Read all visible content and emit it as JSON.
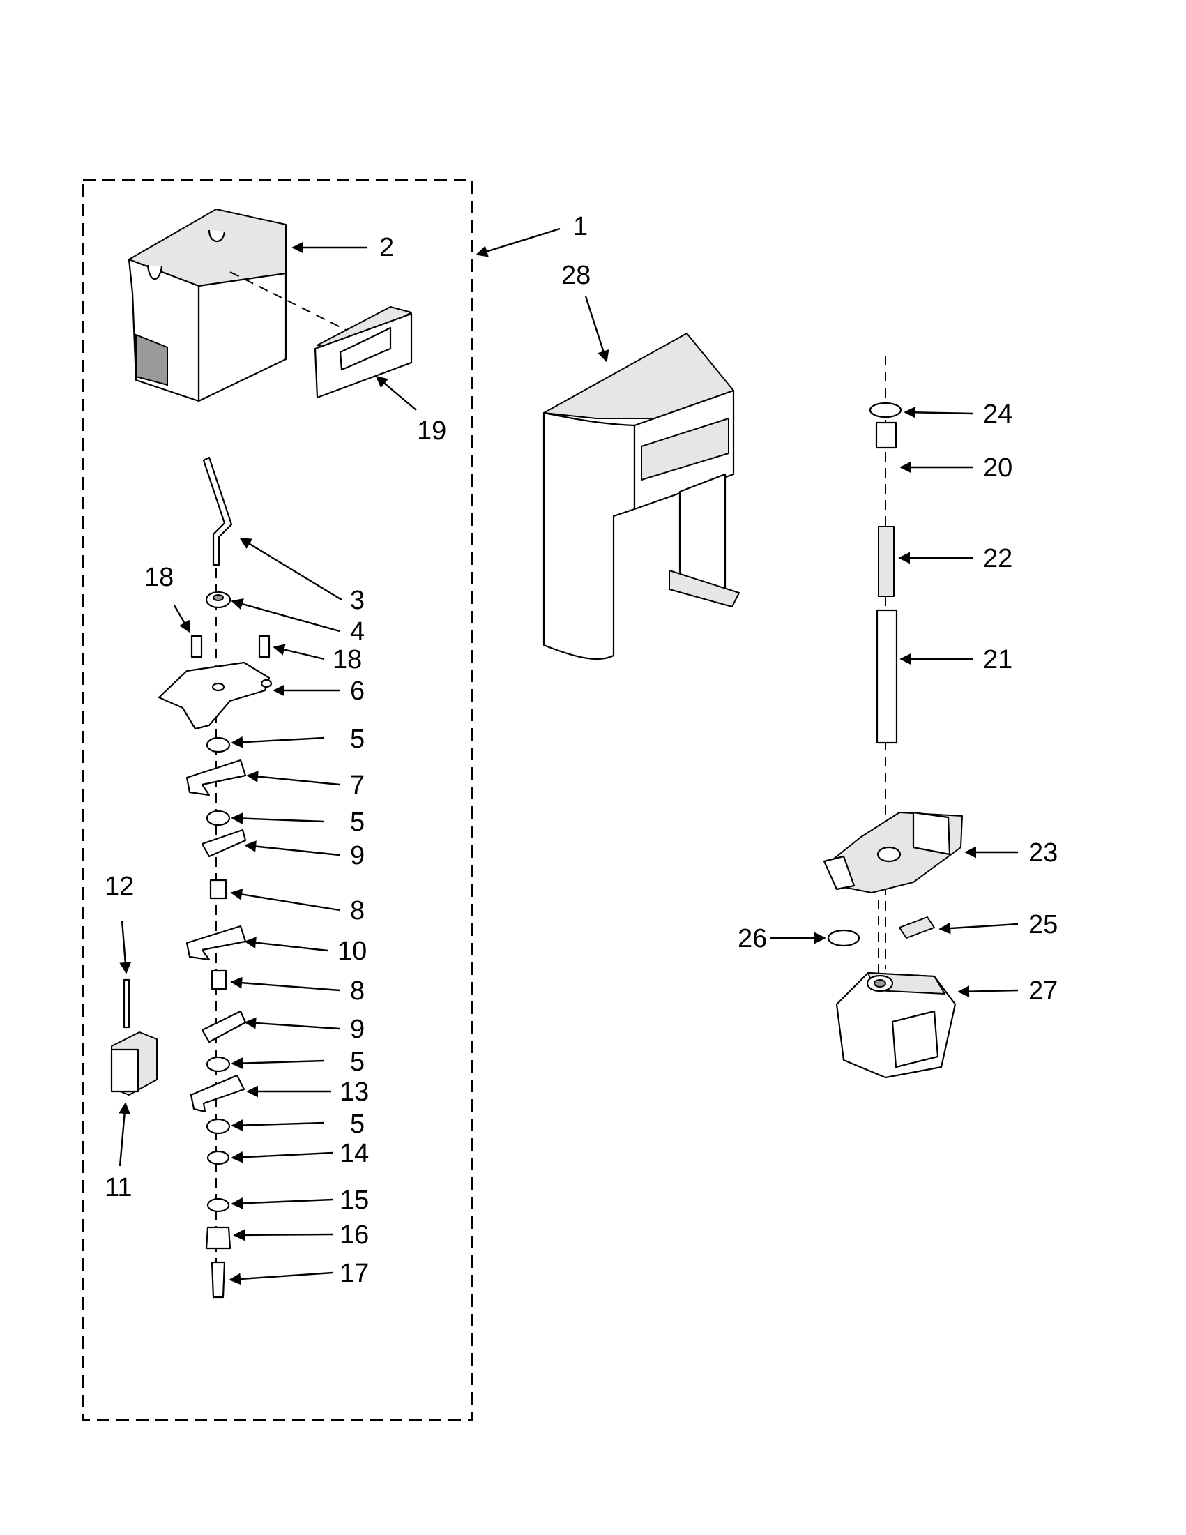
{
  "callouts": [
    {
      "id": "c-1",
      "label": "1"
    },
    {
      "id": "c-2",
      "label": "2"
    },
    {
      "id": "c-3",
      "label": "3"
    },
    {
      "id": "c-4",
      "label": "4"
    },
    {
      "id": "c-5a",
      "label": "5"
    },
    {
      "id": "c-5b",
      "label": "5"
    },
    {
      "id": "c-5c",
      "label": "5"
    },
    {
      "id": "c-5d",
      "label": "5"
    },
    {
      "id": "c-6",
      "label": "6"
    },
    {
      "id": "c-7",
      "label": "7"
    },
    {
      "id": "c-8a",
      "label": "8"
    },
    {
      "id": "c-8b",
      "label": "8"
    },
    {
      "id": "c-9a",
      "label": "9"
    },
    {
      "id": "c-9b",
      "label": "9"
    },
    {
      "id": "c-10",
      "label": "10"
    },
    {
      "id": "c-11",
      "label": "11"
    },
    {
      "id": "c-12",
      "label": "12"
    },
    {
      "id": "c-13",
      "label": "13"
    },
    {
      "id": "c-14",
      "label": "14"
    },
    {
      "id": "c-15",
      "label": "15"
    },
    {
      "id": "c-16",
      "label": "16"
    },
    {
      "id": "c-17",
      "label": "17"
    },
    {
      "id": "c-18a",
      "label": "18"
    },
    {
      "id": "c-18b",
      "label": "18"
    },
    {
      "id": "c-19",
      "label": "19"
    },
    {
      "id": "c-20",
      "label": "20"
    },
    {
      "id": "c-21",
      "label": "21"
    },
    {
      "id": "c-22",
      "label": "22"
    },
    {
      "id": "c-23",
      "label": "23"
    },
    {
      "id": "c-24",
      "label": "24"
    },
    {
      "id": "c-25",
      "label": "25"
    },
    {
      "id": "c-26",
      "label": "26"
    },
    {
      "id": "c-27",
      "label": "27"
    },
    {
      "id": "c-28",
      "label": "28"
    }
  ]
}
